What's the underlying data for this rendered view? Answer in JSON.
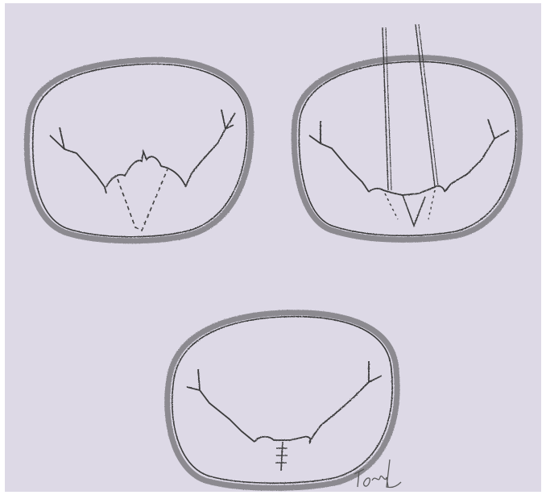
{
  "figure": {
    "panels": [
      {
        "id": "panel-1",
        "label": ""
      },
      {
        "id": "panel-2",
        "label": ""
      },
      {
        "id": "panel-3",
        "label": ""
      }
    ],
    "signature": "Tom",
    "colors": {
      "paper": "#ddd9e6",
      "pencil_dark": "#3a3a3a",
      "pencil_shade": "#8c8a90"
    }
  }
}
